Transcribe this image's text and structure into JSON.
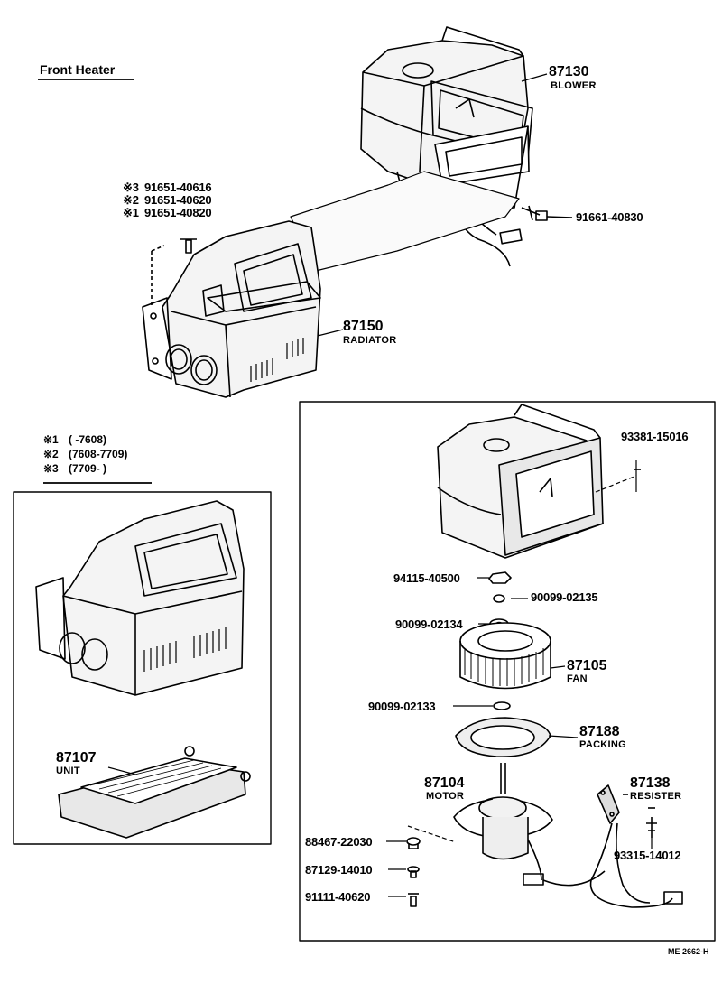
{
  "title": "Front Heater",
  "footer": "ME  2662-H",
  "main_labels": {
    "blower": {
      "pn": "87130",
      "name": "BLOWER"
    },
    "radiator": {
      "pn": "87150",
      "name": "RADIATOR"
    },
    "bolt_right": "91661-40830",
    "bolt_variants": [
      {
        "mark": "※3",
        "pn": "91651-40616"
      },
      {
        "mark": "※2",
        "pn": "91651-40620"
      },
      {
        "mark": "※1",
        "pn": "91651-40820"
      }
    ]
  },
  "legend": [
    {
      "mark": "※1",
      "range": "(       -7608)"
    },
    {
      "mark": "※2",
      "range": "(7608-7709)"
    },
    {
      "mark": "※3",
      "range": "(7709-         )"
    }
  ],
  "unit": {
    "pn": "87107",
    "name": "UNIT"
  },
  "exploded": {
    "screw": "93381-15016",
    "nut": "94115-40500",
    "washer1": "90099-02135",
    "washer2": "90099-02134",
    "fan": {
      "pn": "87105",
      "name": "FAN"
    },
    "washer3": "90099-02133",
    "packing": {
      "pn": "87188",
      "name": "PACKING"
    },
    "motor": {
      "pn": "87104",
      "name": "MOTOR"
    },
    "resister": {
      "pn": "87138",
      "name": "RESISTER"
    },
    "screw2": "93315-14012",
    "clip1": "88467-22030",
    "clip2": "87129-14010",
    "screw3": "91111-40620"
  }
}
